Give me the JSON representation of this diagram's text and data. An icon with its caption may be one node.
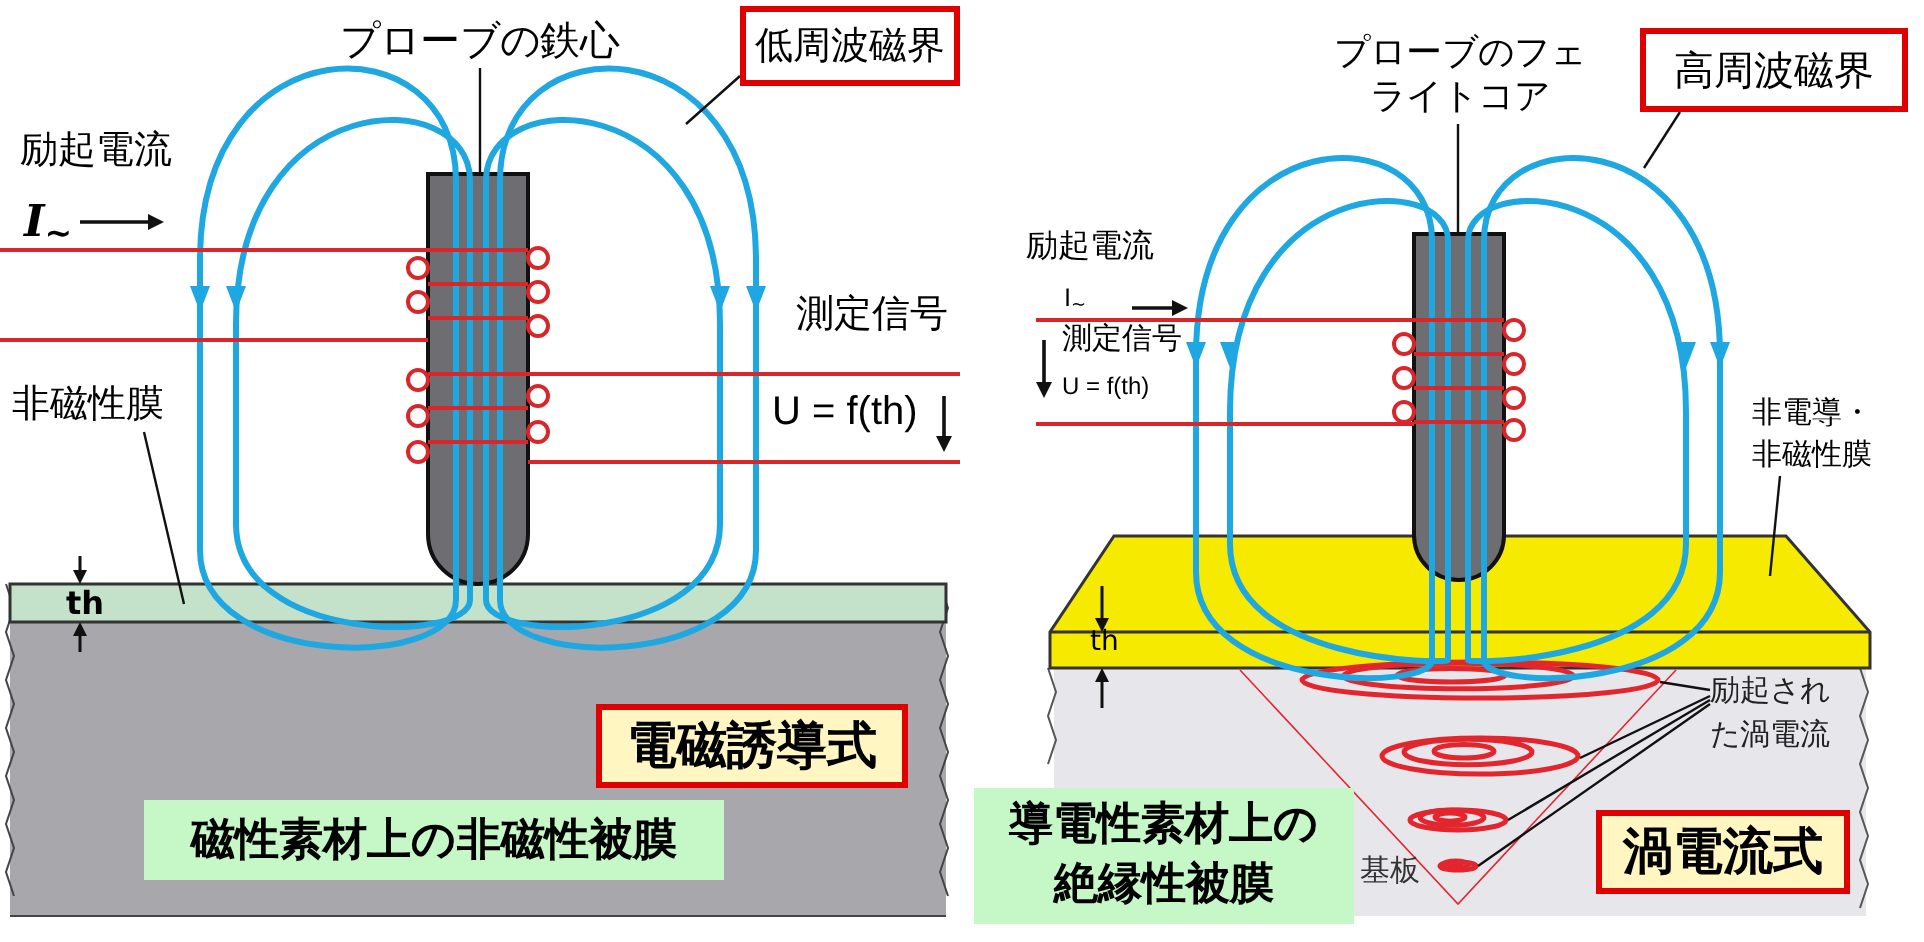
{
  "diagram": {
    "nodes": [
      {
        "text": [
          "プローブの鉄心"
        ]
      },
      {
        "text": [],
        "shape": "bar"
      },
      {
        "text": [
          "低周波磁界"
        ]
      },
      {
        "text": [
          "非磁性膜"
        ]
      },
      {
        "text": [],
        "shape": "bar"
      },
      {
        "text": [
          "電磁誘導式"
        ]
      },
      {
        "text": [
          "磁性素材上の非磁性被膜"
        ]
      },
      {
        "text": [
          "プローブのフェライトコア"
        ]
      },
      {
        "text": [],
        "shape": "bar"
      },
      {
        "text": [
          "高周波磁界"
        ]
      },
      {
        "text": [
          "非電導・非磁性膜"
        ]
      },
      {
        "text": [],
        "shape": "bar"
      },
      {
        "text": [
          "励起された渦電流"
        ]
      },
      {
        "text": [],
        "shape": "ellipse"
      },
      {
        "text": [],
        "shape": "ellipse"
      },
      {
        "text": [],
        "shape": "ellipse"
      },
      {
        "text": [],
        "shape": "ellipse"
      },
      {
        "text": [
          "渦電流式"
        ]
      },
      {
        "text": [
          "導電性素材上の絶縁性被膜"
        ]
      }
    ],
    "edges": [
      {
        "from": 0,
        "to": 1,
        "arrow": "none"
      },
      {
        "from": 2,
        "to": null,
        "arrow": "none"
      },
      {
        "from": 3,
        "to": 4,
        "arrow": "none"
      },
      {
        "from": 7,
        "to": 8,
        "arrow": "none"
      },
      {
        "from": 9,
        "to": null,
        "arrow": "none"
      },
      {
        "from": 10,
        "to": 11,
        "arrow": "none"
      },
      {
        "from": 12,
        "to": 13,
        "arrow": "none"
      },
      {
        "from": 12,
        "to": 14,
        "arrow": "none"
      },
      {
        "from": 12,
        "to": 15,
        "arrow": "none"
      },
      {
        "from": 12,
        "to": 16,
        "arrow": "none"
      }
    ],
    "labels": [
      "励起電流",
      "I$_{~}$",
      "測定信号",
      "U = f(th)",
      "th",
      "励起電流",
      "I$_{~}$",
      "測定信号",
      "U = f(th)",
      "th",
      "基板"
    ]
  }
}
